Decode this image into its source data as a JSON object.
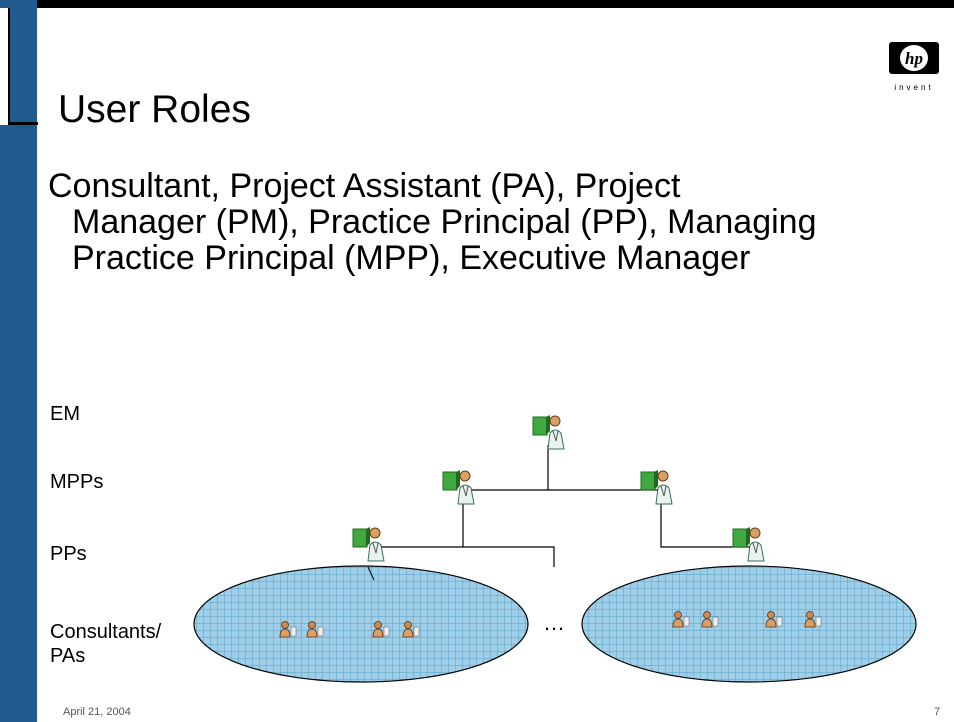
{
  "slide": {
    "title": "User Roles",
    "body_lines": [
      "Consultant, Project Assistant (PA), Project",
      "Manager (PM), Practice Principal (PP), Managing",
      "Practice Principal (MPP), Executive Manager"
    ]
  },
  "hierarchy": {
    "levels": [
      "EM",
      "MPPs",
      "PPs",
      "Consultants/",
      "PAs"
    ],
    "ellipsis": "…"
  },
  "logo": {
    "text": "invent",
    "mark": "hp"
  },
  "footer": {
    "date": "April 21, 2004",
    "page": "7"
  },
  "colors": {
    "side_bar": "#215a8c",
    "group_fill": "#9fcfe8",
    "group_grid": "#5a9fc4"
  }
}
